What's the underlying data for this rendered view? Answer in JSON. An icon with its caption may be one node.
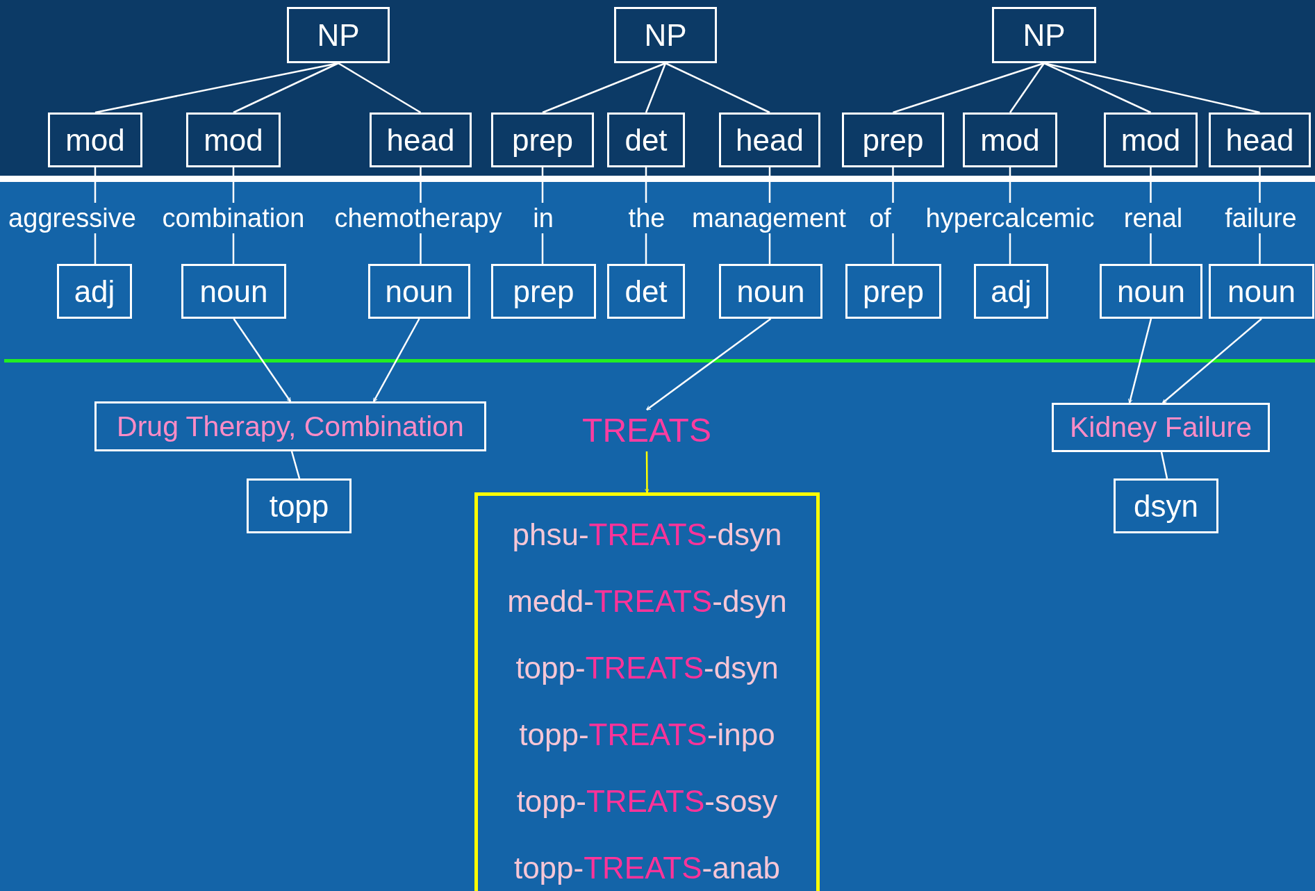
{
  "diagram": {
    "nodes": [
      {
        "text": [
          "NP"
        ]
      },
      {
        "text": [
          "NP"
        ]
      },
      {
        "text": [
          "NP"
        ]
      },
      {
        "text": [
          "mod"
        ]
      },
      {
        "text": [
          "mod"
        ]
      },
      {
        "text": [
          "head"
        ]
      },
      {
        "text": [
          "prep"
        ]
      },
      {
        "text": [
          "det"
        ]
      },
      {
        "text": [
          "head"
        ]
      },
      {
        "text": [
          "prep"
        ]
      },
      {
        "text": [
          "mod"
        ]
      },
      {
        "text": [
          "mod"
        ]
      },
      {
        "text": [
          "head"
        ]
      },
      {
        "text": [
          "aggressive"
        ]
      },
      {
        "text": [
          "combination"
        ]
      },
      {
        "text": [
          "chemotherapy"
        ]
      },
      {
        "text": [
          "in"
        ]
      },
      {
        "text": [
          "the"
        ]
      },
      {
        "text": [
          "management"
        ]
      },
      {
        "text": [
          "of"
        ]
      },
      {
        "text": [
          "hypercalcemic"
        ]
      },
      {
        "text": [
          "renal"
        ]
      },
      {
        "text": [
          "failure"
        ]
      },
      {
        "text": [
          "adj"
        ]
      },
      {
        "text": [
          "noun"
        ]
      },
      {
        "text": [
          "noun"
        ]
      },
      {
        "text": [
          "prep"
        ]
      },
      {
        "text": [
          "det"
        ]
      },
      {
        "text": [
          "noun"
        ]
      },
      {
        "text": [
          "prep"
        ]
      },
      {
        "text": [
          "adj"
        ]
      },
      {
        "text": [
          "noun"
        ]
      },
      {
        "text": [
          "noun"
        ]
      },
      {
        "text": [
          "Drug Therapy, Combination"
        ]
      },
      {
        "text": [
          "TREATS"
        ]
      },
      {
        "text": [
          "Kidney Failure"
        ]
      },
      {
        "text": [
          "topp"
        ]
      },
      {
        "text": [
          "dsyn"
        ]
      },
      {
        "text": [
          "phsu-TREATS-dsyn",
          "medd-TREATS-dsyn",
          "topp-TREATS-dsyn",
          "topp-TREATS-inpo",
          "topp-TREATS-sosy",
          "topp-TREATS-anab"
        ]
      }
    ],
    "edges": [
      {
        "from": 0,
        "to": 3,
        "arrow": "none"
      },
      {
        "from": 0,
        "to": 4,
        "arrow": "none"
      },
      {
        "from": 0,
        "to": 5,
        "arrow": "none"
      },
      {
        "from": 1,
        "to": 6,
        "arrow": "none"
      },
      {
        "from": 1,
        "to": 7,
        "arrow": "none"
      },
      {
        "from": 1,
        "to": 8,
        "arrow": "none"
      },
      {
        "from": 2,
        "to": 9,
        "arrow": "none"
      },
      {
        "from": 2,
        "to": 10,
        "arrow": "none"
      },
      {
        "from": 2,
        "to": 11,
        "arrow": "none"
      },
      {
        "from": 2,
        "to": 12,
        "arrow": "none"
      },
      {
        "from": 3,
        "to": 13,
        "arrow": "none"
      },
      {
        "from": 4,
        "to": 14,
        "arrow": "none"
      },
      {
        "from": 5,
        "to": 15,
        "arrow": "none"
      },
      {
        "from": 6,
        "to": 16,
        "arrow": "none"
      },
      {
        "from": 7,
        "to": 17,
        "arrow": "none"
      },
      {
        "from": 8,
        "to": 18,
        "arrow": "none"
      },
      {
        "from": 9,
        "to": 19,
        "arrow": "none"
      },
      {
        "from": 10,
        "to": 20,
        "arrow": "none"
      },
      {
        "from": 11,
        "to": 21,
        "arrow": "none"
      },
      {
        "from": 12,
        "to": 22,
        "arrow": "none"
      },
      {
        "from": 13,
        "to": 23,
        "arrow": "none"
      },
      {
        "from": 14,
        "to": 24,
        "arrow": "none"
      },
      {
        "from": 15,
        "to": 25,
        "arrow": "none"
      },
      {
        "from": 16,
        "to": 26,
        "arrow": "none"
      },
      {
        "from": 17,
        "to": 27,
        "arrow": "none"
      },
      {
        "from": 18,
        "to": 28,
        "arrow": "none"
      },
      {
        "from": 19,
        "to": 29,
        "arrow": "none"
      },
      {
        "from": 20,
        "to": 30,
        "arrow": "none"
      },
      {
        "from": 21,
        "to": 31,
        "arrow": "none"
      },
      {
        "from": 22,
        "to": 32,
        "arrow": "none"
      },
      {
        "from": 24,
        "to": 33,
        "arrow": "to"
      },
      {
        "from": 25,
        "to": 33,
        "arrow": "to"
      },
      {
        "from": 28,
        "to": 34,
        "arrow": "to"
      },
      {
        "from": 31,
        "to": 35,
        "arrow": "to"
      },
      {
        "from": 32,
        "to": 35,
        "arrow": "to"
      },
      {
        "from": 33,
        "to": 36,
        "arrow": "none"
      },
      {
        "from": 35,
        "to": 37,
        "arrow": "none"
      },
      {
        "from": 34,
        "to": 38,
        "arrow": "to",
        "color": "#ffff00"
      }
    ]
  }
}
